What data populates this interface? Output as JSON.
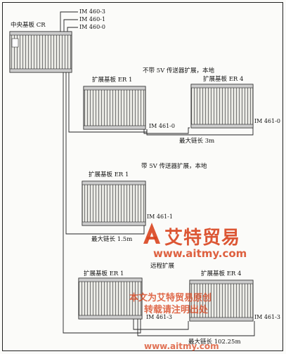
{
  "labels": {
    "cr_title": "中央基板 CR",
    "im460_3": "IM 460-3",
    "im460_1": "IM 460-1",
    "im460_0": "IM 460-0",
    "sec1_heading": "不带 5V 传送器扩展，本地",
    "er1_a": "扩展基板 ER 1",
    "er4_a": "扩展基板 ER 4",
    "im461_0_left": "IM 461-0",
    "im461_0_right": "IM 461-0",
    "sec1_max": "最大链长 3m",
    "sec2_heading": "带 5V 传送器扩展，本地",
    "er1_b": "扩展基板 ER 1",
    "im461_1": "IM 461-1",
    "sec2_max": "最大链长 1.5m",
    "sec3_heading": "远程扩展",
    "er1_c": "扩展基板 ER 1",
    "er4_c": "扩展基板 ER 4",
    "im461_3_left": "IM 461-3",
    "im461_3_right": "IM 461-3",
    "sec3_max": "最大链长 102.25m"
  },
  "watermark": {
    "brand": "艾特贸易",
    "url": "www.aitmy.com",
    "line1": "本文为艾特贸易原创",
    "line2": "转载请注明出处",
    "url2": "www.aitmy.com",
    "color": "#d9451f"
  }
}
